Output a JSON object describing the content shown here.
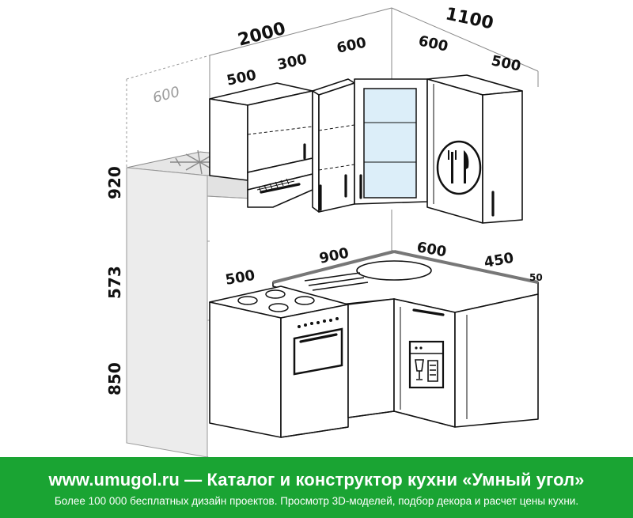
{
  "dimensions": {
    "total_width_left": "2000",
    "total_width_right": "1100",
    "fridge_depth": "600",
    "upper_left_500": "500",
    "upper_300": "300",
    "upper_corner_left_600": "600",
    "upper_corner_right_600": "600",
    "upper_right_500": "500",
    "height_upper": "920",
    "height_middle": "573",
    "height_lower": "850",
    "counter_900": "900",
    "counter_600": "600",
    "counter_450": "450",
    "counter_edge": "50",
    "stove_500": "500"
  },
  "banner": {
    "title": "www.umugol.ru — Каталог и конструктор кухни «Умный угол»",
    "subtitle": "Более 100 000 бесплатных дизайн проектов. Просмотр 3D-моделей, подбор декора и расчет цены кухни."
  },
  "colors": {
    "banner_bg": "#1aa433",
    "outline": "#111111",
    "fridge_fill": "#e9e9e9",
    "glass_fill": "#dceef9"
  }
}
